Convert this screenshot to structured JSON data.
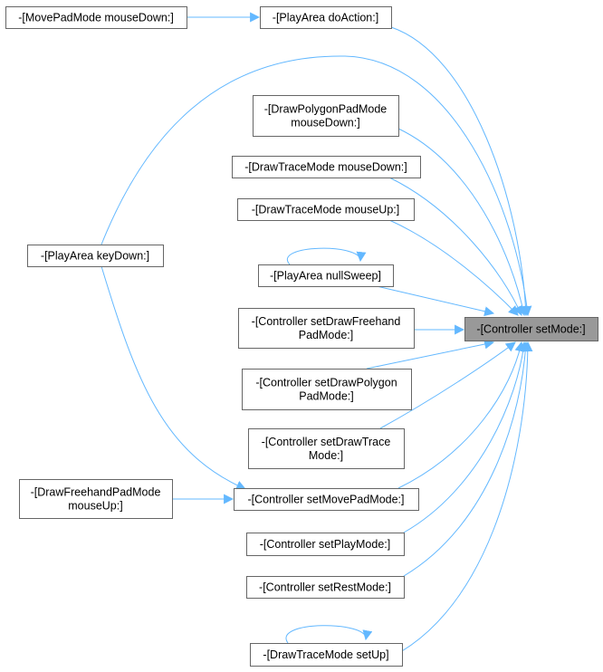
{
  "diagram": {
    "colors": {
      "edge": "#63b8ff",
      "node_border": "#666666",
      "target_fill": "#999999"
    },
    "nodes": {
      "movepad_mousedown": [
        "-[MovePadMode mouseDown:]"
      ],
      "playarea_doaction": [
        "-[PlayArea doAction:]"
      ],
      "drawpolygon_mousedown": [
        "-[DrawPolygonPadMode",
        "mouseDown:]"
      ],
      "drawtrace_mousedown": [
        "-[DrawTraceMode mouseDown:]"
      ],
      "drawtrace_mouseup": [
        "-[DrawTraceMode mouseUp:]"
      ],
      "playarea_keydown": [
        "-[PlayArea keyDown:]"
      ],
      "playarea_nullsweep": [
        "-[PlayArea nullSweep]"
      ],
      "ctrl_setdrawfreehand": [
        "-[Controller setDrawFreehand",
        "PadMode:]"
      ],
      "ctrl_setdrawpolygon": [
        "-[Controller setDrawPolygon",
        "PadMode:]"
      ],
      "ctrl_setdrawtrace": [
        "-[Controller setDrawTrace",
        "Mode:]"
      ],
      "drawfreehand_mouseup": [
        "-[DrawFreehandPadMode",
        "mouseUp:]"
      ],
      "ctrl_setmovepad": [
        "-[Controller setMovePadMode:]"
      ],
      "ctrl_setplay": [
        "-[Controller setPlayMode:]"
      ],
      "ctrl_setrest": [
        "-[Controller setRestMode:]"
      ],
      "drawtrace_setup": [
        "-[DrawTraceMode setUp]"
      ],
      "ctrl_setmode": [
        "-[Controller setMode:]"
      ]
    },
    "target": "ctrl_setmode",
    "edges": [
      [
        "movepad_mousedown",
        "playarea_doaction"
      ],
      [
        "playarea_doaction",
        "ctrl_setmode"
      ],
      [
        "playarea_keydown",
        "ctrl_setmode"
      ],
      [
        "drawpolygon_mousedown",
        "ctrl_setmode"
      ],
      [
        "drawtrace_mousedown",
        "ctrl_setmode"
      ],
      [
        "drawtrace_mouseup",
        "ctrl_setmode"
      ],
      [
        "playarea_nullsweep",
        "playarea_nullsweep"
      ],
      [
        "playarea_nullsweep",
        "ctrl_setmode"
      ],
      [
        "ctrl_setdrawfreehand",
        "ctrl_setmode"
      ],
      [
        "ctrl_setdrawpolygon",
        "ctrl_setmode"
      ],
      [
        "ctrl_setdrawtrace",
        "ctrl_setmode"
      ],
      [
        "playarea_keydown",
        "ctrl_setmovepad"
      ],
      [
        "drawfreehand_mouseup",
        "ctrl_setmovepad"
      ],
      [
        "ctrl_setmovepad",
        "ctrl_setmode"
      ],
      [
        "ctrl_setplay",
        "ctrl_setmode"
      ],
      [
        "ctrl_setrest",
        "ctrl_setmode"
      ],
      [
        "drawtrace_setup",
        "drawtrace_setup"
      ],
      [
        "drawtrace_setup",
        "ctrl_setmode"
      ]
    ]
  }
}
